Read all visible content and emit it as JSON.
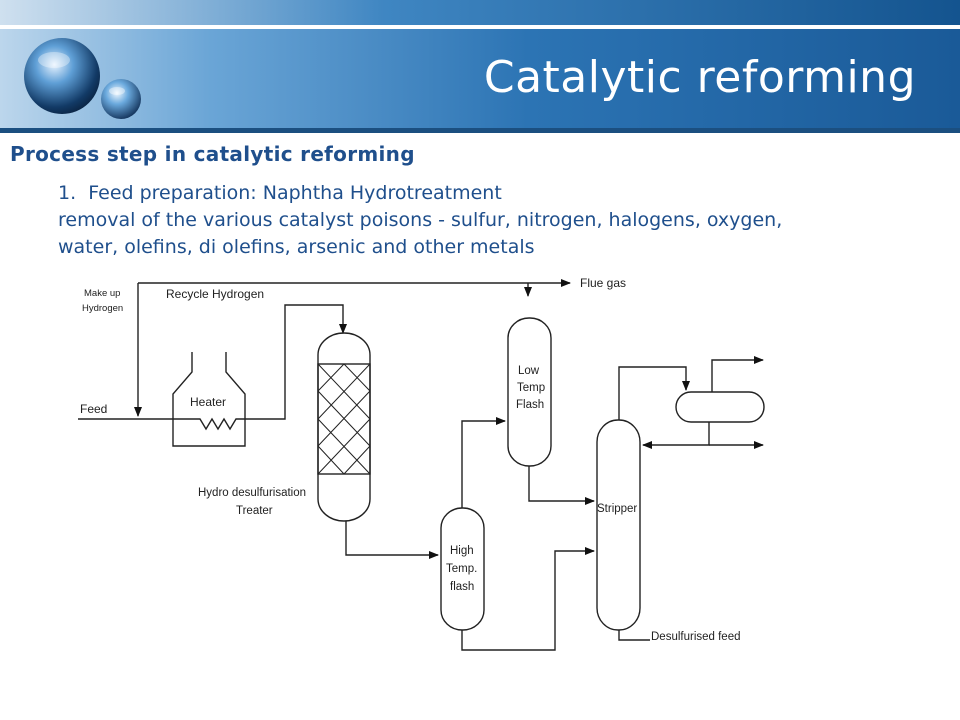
{
  "title": "Catalytic reforming",
  "subtitle": "Process step in catalytic reforming",
  "step": {
    "number": "1.",
    "heading": "Feed preparation: Naphtha Hydrotreatment",
    "line1": "removal of the various catalyst poisons - sulfur, nitrogen, halogens, oxygen,",
    "line2": "water, olefins, di olefins, arsenic and other metals"
  },
  "diagram": {
    "make_up_1": "Make up",
    "make_up_2": "Hydrogen",
    "recycle_hydrogen": "Recycle Hydrogen",
    "flue_gas": "Flue gas",
    "feed": "Feed",
    "heater": "Heater",
    "hds_1": "Hydro desulfurisation",
    "hds_2": "Treater",
    "low_1": "Low",
    "low_2": "Temp",
    "low_3": "Flash",
    "high_1": "High",
    "high_2": "Temp.",
    "high_3": "flash",
    "stripper": "Stripper",
    "desulfurised_feed": "Desulfurised feed"
  }
}
